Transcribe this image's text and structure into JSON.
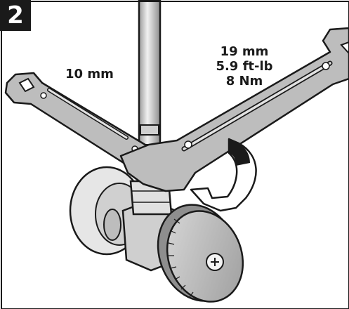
{
  "step_number": "2",
  "wrench_small_label": "10 mm",
  "wrench_large_label": {
    "size": "19 mm",
    "torque_imperial": "5.9 ft-lb",
    "torque_metric": "8 Nm"
  },
  "colors": {
    "outline": "#1a1a1a",
    "metal": "#bdbdbd",
    "metal_light": "#e2e2e2",
    "shadow": "#8c8c8c",
    "badge_text": "#ffffff"
  }
}
